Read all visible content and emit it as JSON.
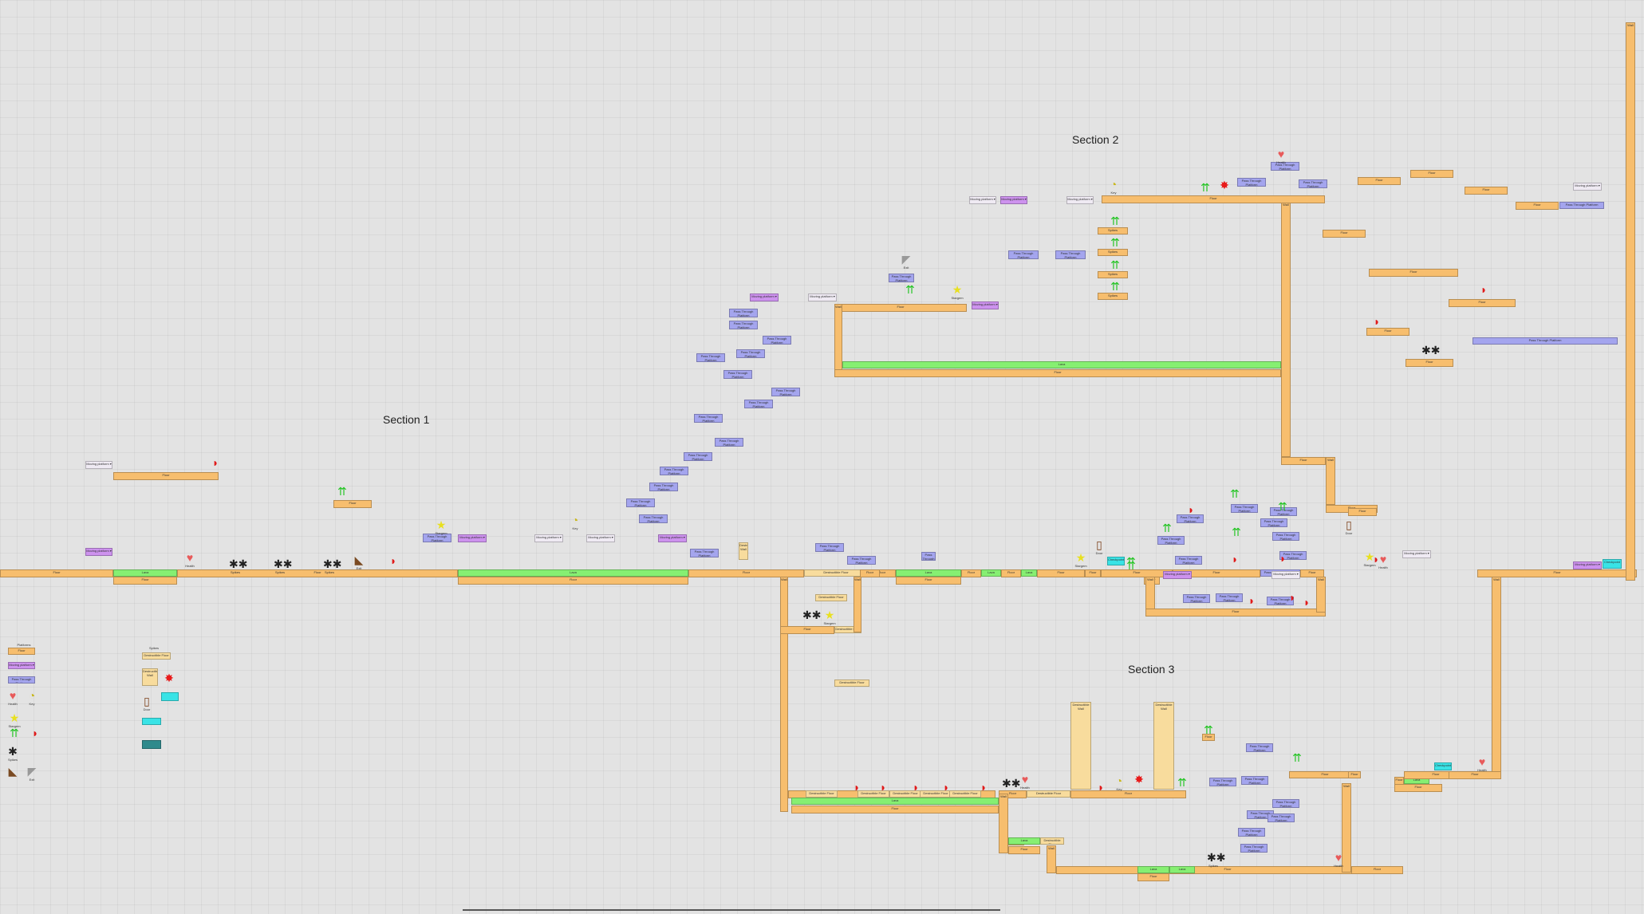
{
  "sections": [
    {
      "label": "Section 1"
    },
    {
      "label": "Section 2"
    },
    {
      "label": "Section 3"
    }
  ],
  "labels": {
    "floor": "Floor",
    "wall": "Wall",
    "lava": "Lava",
    "destructible_floor": "Destructible Floor",
    "destructible_wall": "Destructible Wall",
    "pass_through": "Pass Through Platform",
    "moving_platform": "Moving platform ▾",
    "spikes": "Spikes",
    "enemy_spawner": "Enemy Spawner",
    "health": "Health",
    "key": "Key",
    "star": "Stargem",
    "door": "Door",
    "checkpoint": "Checkpoint",
    "exit": "Exit"
  },
  "legend": {
    "title_left": "Platforms",
    "title_right": "Spikes",
    "items": [
      "Floor",
      "Moving platform ▾",
      "Pass Through Platform",
      "Destructible Floor",
      "Destructible Wall",
      "Health",
      "Key",
      "Stargem",
      "Spikes",
      "Enemy Spawner",
      "Door",
      "Exit"
    ]
  },
  "colors": {
    "floor": "#f7be6e",
    "lava": "#86ef72",
    "pass": "#a4a5ee",
    "moving": "#cd92ee",
    "moving_ghost": "#efeaf3",
    "destructible": "#f8dc9d",
    "cyan": "#39e3e6",
    "background": "#e3e3e3"
  }
}
